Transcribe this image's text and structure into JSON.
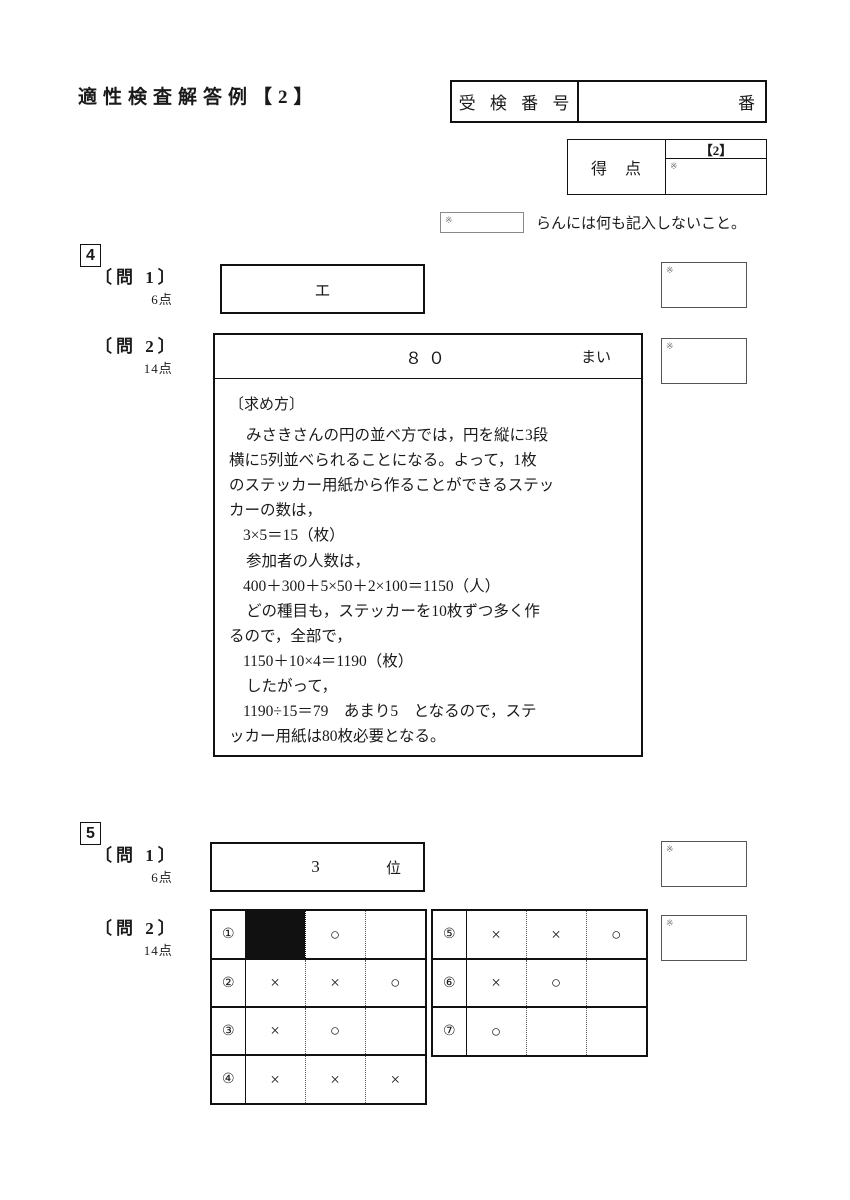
{
  "document": {
    "title": "適性検査解答例【2】"
  },
  "header": {
    "exam_number_label": "受 検 番 号",
    "exam_number_value": "",
    "exam_number_unit": "番",
    "score_label": "得  点",
    "score_column_header": "【2】",
    "star_mark": "※"
  },
  "note": {
    "star_mark": "※",
    "text": "らんには何も記入しないこと。"
  },
  "sections": [
    {
      "number": "4",
      "questions": [
        {
          "label": "〔問 1〕",
          "points": "6点",
          "answer_value": "エ",
          "answer_unit": "",
          "star_mark": "※"
        },
        {
          "label": "〔問 2〕",
          "points": "14点",
          "answer_value": "８０",
          "answer_unit": "まい",
          "star_mark": "※",
          "method_title": "〔求め方〕",
          "method_lines": [
            "みさきさんの円の並べ方では，円を縦に3段",
            "横に5列並べられることになる。よって，1枚",
            "のステッカー用紙から作ることができるステッ",
            "カーの数は，",
            "3×5＝15（枚）",
            "参加者の人数は，",
            "400＋300＋5×50＋2×100＝1150（人）",
            "どの種目も，ステッカーを10枚ずつ多く作",
            "るので，全部で，",
            "1150＋10×4＝1190（枚）",
            "したがって，",
            "1190÷15＝79　あまり5　となるので，ステ",
            "ッカー用紙は80枚必要となる。"
          ]
        }
      ]
    },
    {
      "number": "5",
      "questions": [
        {
          "label": "〔問 1〕",
          "points": "6点",
          "answer_value": "3",
          "answer_unit": "位",
          "star_mark": "※"
        },
        {
          "label": "〔問 2〕",
          "points": "14点",
          "star_mark": "※"
        }
      ]
    }
  ],
  "ox_tables": {
    "left": [
      {
        "row": "①",
        "cells": [
          "filled",
          "○",
          ""
        ]
      },
      {
        "row": "②",
        "cells": [
          "×",
          "×",
          "○"
        ]
      },
      {
        "row": "③",
        "cells": [
          "×",
          "○",
          ""
        ]
      },
      {
        "row": "④",
        "cells": [
          "×",
          "×",
          "×"
        ]
      }
    ],
    "right": [
      {
        "row": "⑤",
        "cells": [
          "×",
          "×",
          "○"
        ]
      },
      {
        "row": "⑥",
        "cells": [
          "×",
          "○",
          ""
        ]
      },
      {
        "row": "⑦",
        "cells": [
          "○",
          "",
          ""
        ]
      }
    ]
  }
}
